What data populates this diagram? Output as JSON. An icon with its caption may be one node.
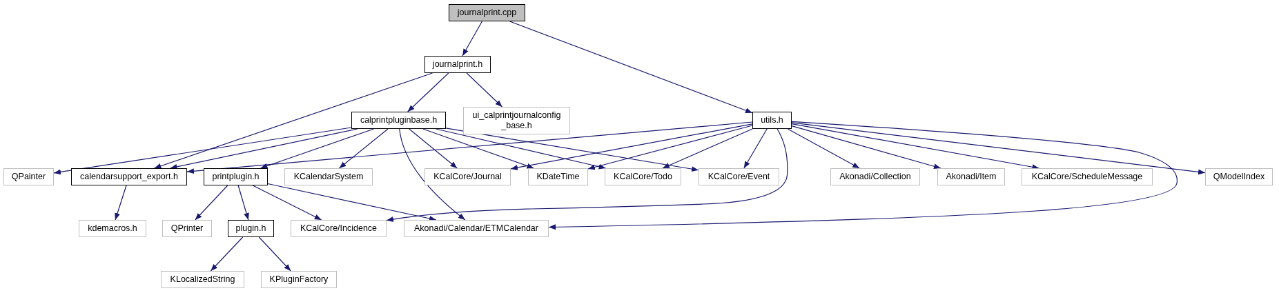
{
  "diagram": {
    "nodes": [
      {
        "text": [
          "journalprint.cpp"
        ]
      },
      {
        "text": [
          "journalprint.h"
        ]
      },
      {
        "text": [
          "calprintpluginbase.h"
        ]
      },
      {
        "text": [
          "ui_calprintjournalconfig _base.h"
        ]
      },
      {
        "text": [
          "utils.h"
        ]
      },
      {
        "text": [
          "QPainter"
        ]
      },
      {
        "text": [
          "calendarsupport_export.h"
        ]
      },
      {
        "text": [
          "printplugin.h"
        ]
      },
      {
        "text": [
          "KCalendarSystem"
        ]
      },
      {
        "text": [
          "KCalCore/Journal"
        ]
      },
      {
        "text": [
          "KDateTime"
        ]
      },
      {
        "text": [
          "KCalCore/Todo"
        ]
      },
      {
        "text": [
          "KCalCore/Event"
        ]
      },
      {
        "text": [
          "Akonadi/Collection"
        ]
      },
      {
        "text": [
          "Akonadi/Item"
        ]
      },
      {
        "text": [
          "KCalCore/ScheduleMessage"
        ]
      },
      {
        "text": [
          "QModelIndex"
        ]
      },
      {
        "text": [
          "kdemacros.h"
        ]
      },
      {
        "text": [
          "QPrinter"
        ]
      },
      {
        "text": [
          "plugin.h"
        ]
      },
      {
        "text": [
          "KCalCore/Incidence"
        ]
      },
      {
        "text": [
          "Akonadi/Calendar/ETMCalendar"
        ]
      },
      {
        "text": [
          "KLocalizedString"
        ]
      },
      {
        "text": [
          "KPluginFactory"
        ]
      }
    ],
    "edges": [
      {
        "from": 0,
        "to": 1,
        "arrow": "to"
      },
      {
        "from": 0,
        "to": 4,
        "arrow": "to"
      },
      {
        "from": 1,
        "to": 2,
        "arrow": "to"
      },
      {
        "from": 1,
        "to": 3,
        "arrow": "to"
      },
      {
        "from": 1,
        "to": 6,
        "arrow": "to"
      },
      {
        "from": 2,
        "to": 5,
        "arrow": "to"
      },
      {
        "from": 2,
        "to": 6,
        "arrow": "to"
      },
      {
        "from": 2,
        "to": 7,
        "arrow": "to"
      },
      {
        "from": 2,
        "to": 8,
        "arrow": "to"
      },
      {
        "from": 2,
        "to": 9,
        "arrow": "to"
      },
      {
        "from": 2,
        "to": 10,
        "arrow": "to"
      },
      {
        "from": 2,
        "to": 11,
        "arrow": "to"
      },
      {
        "from": 2,
        "to": 12,
        "arrow": "to"
      },
      {
        "from": 2,
        "to": 21,
        "arrow": "to"
      },
      {
        "from": 4,
        "to": 6,
        "arrow": "to"
      },
      {
        "from": 4,
        "to": 9,
        "arrow": "to"
      },
      {
        "from": 4,
        "to": 10,
        "arrow": "to"
      },
      {
        "from": 4,
        "to": 11,
        "arrow": "to"
      },
      {
        "from": 4,
        "to": 12,
        "arrow": "to"
      },
      {
        "from": 4,
        "to": 20,
        "arrow": "to"
      },
      {
        "from": 4,
        "to": 13,
        "arrow": "to"
      },
      {
        "from": 4,
        "to": 14,
        "arrow": "to"
      },
      {
        "from": 4,
        "to": 15,
        "arrow": "to"
      },
      {
        "from": 4,
        "to": 16,
        "arrow": "to"
      },
      {
        "from": 4,
        "to": 21,
        "arrow": "to"
      },
      {
        "from": 6,
        "to": 17,
        "arrow": "to"
      },
      {
        "from": 7,
        "to": 18,
        "arrow": "to"
      },
      {
        "from": 7,
        "to": 19,
        "arrow": "to"
      },
      {
        "from": 7,
        "to": 20,
        "arrow": "to"
      },
      {
        "from": 7,
        "to": 21,
        "arrow": "to"
      },
      {
        "from": 19,
        "to": 22,
        "arrow": "to"
      },
      {
        "from": 19,
        "to": 23,
        "arrow": "to"
      }
    ]
  }
}
